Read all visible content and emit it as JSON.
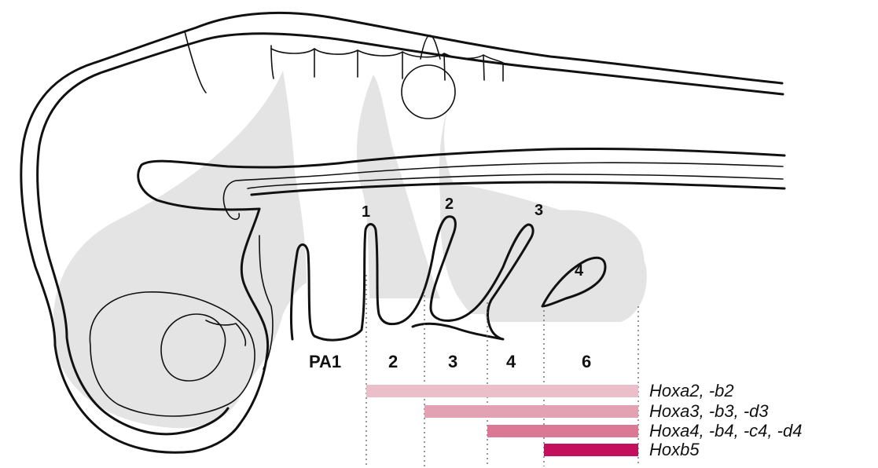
{
  "pouch_labels": [
    "1",
    "2",
    "3",
    "4"
  ],
  "arch_labels": [
    "PA1",
    "2",
    "3",
    "4",
    "6"
  ],
  "expression_bars": [
    {
      "label": "Hoxa2, -b2",
      "start_arch": "2",
      "end_arch": "6",
      "color": "#eabfc9"
    },
    {
      "label": "Hoxa3, -b3, -d3",
      "start_arch": "3",
      "end_arch": "6",
      "color": "#e2a2b3"
    },
    {
      "label": "Hoxa4, -b4, -c4, -d4",
      "start_arch": "4",
      "end_arch": "6",
      "color": "#da7896"
    },
    {
      "label": "Hoxb5",
      "start_arch": "6",
      "end_arch": "6",
      "color": "#c2105c"
    }
  ]
}
